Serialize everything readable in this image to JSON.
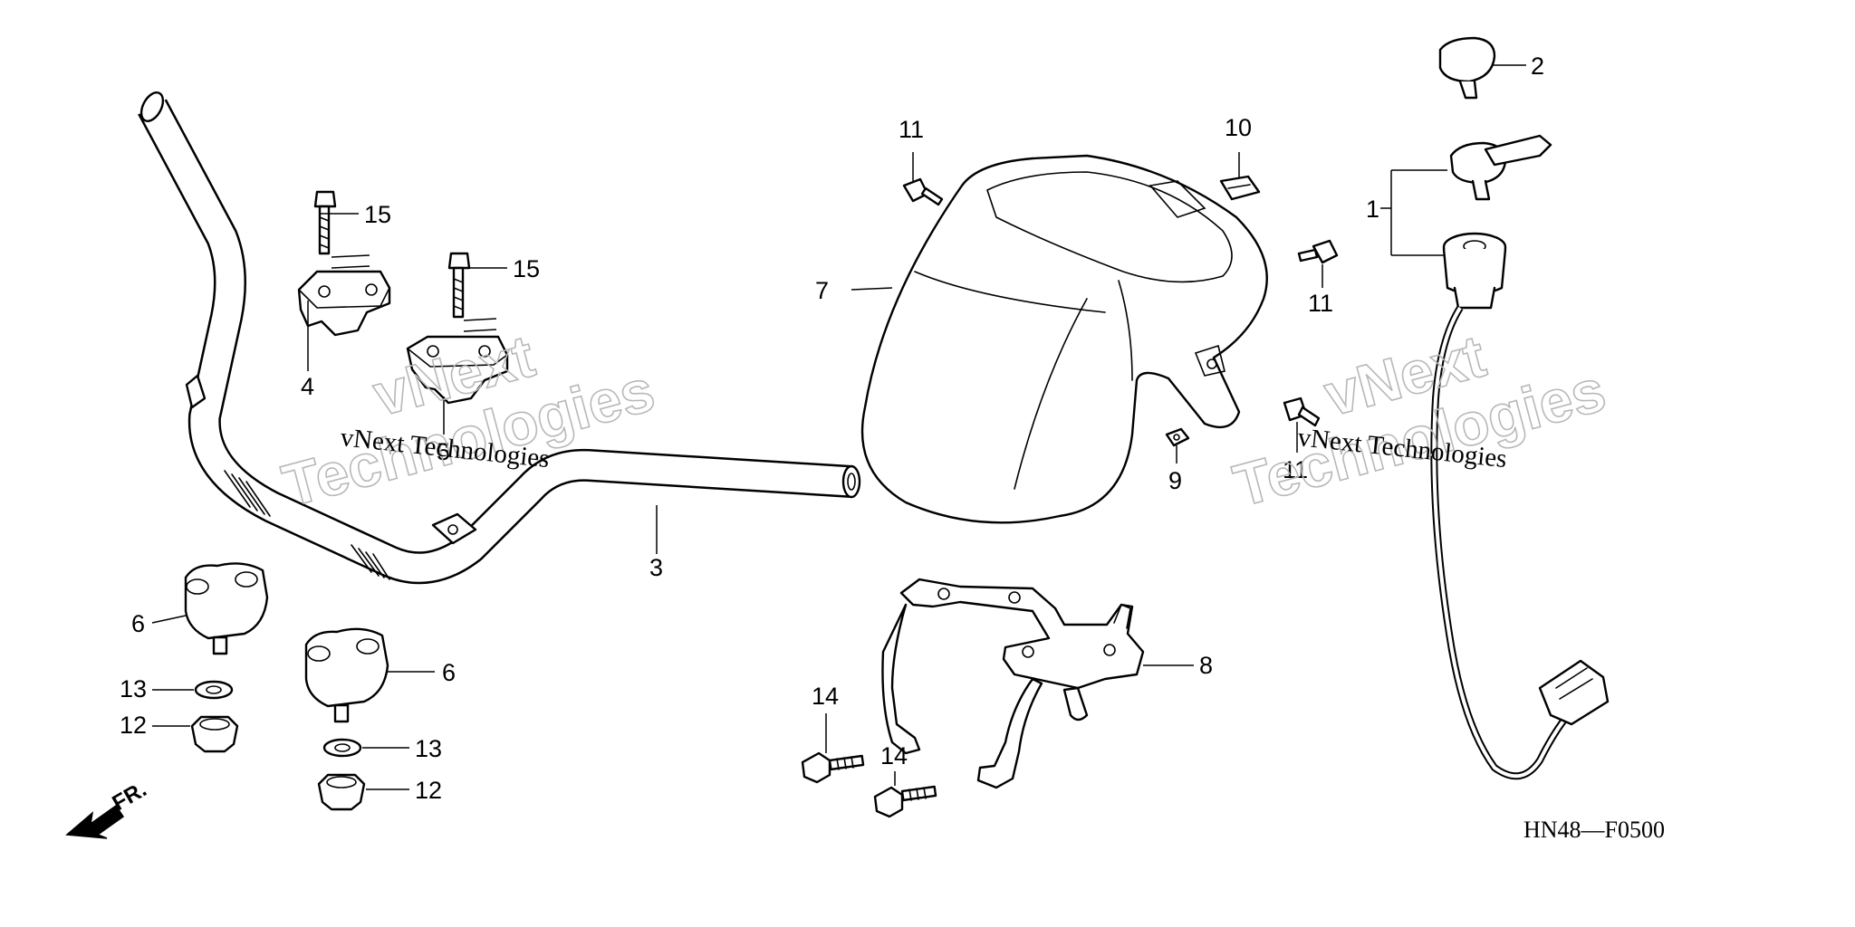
{
  "diagram": {
    "drawing_code": "HN48—F0500",
    "front_indicator": "FR.",
    "watermark": {
      "line1": "vNext",
      "line2": "Technologies",
      "full": "vNext Technologies"
    },
    "callouts": [
      {
        "id": "c1",
        "label": "1"
      },
      {
        "id": "c2",
        "label": "2"
      },
      {
        "id": "c3",
        "label": "3"
      },
      {
        "id": "c4",
        "label": "4"
      },
      {
        "id": "c5",
        "label": "5"
      },
      {
        "id": "c6a",
        "label": "6"
      },
      {
        "id": "c6b",
        "label": "6"
      },
      {
        "id": "c7",
        "label": "7"
      },
      {
        "id": "c8",
        "label": "8"
      },
      {
        "id": "c9",
        "label": "9"
      },
      {
        "id": "c10",
        "label": "10"
      },
      {
        "id": "c11a",
        "label": "11"
      },
      {
        "id": "c11b",
        "label": "11"
      },
      {
        "id": "c11c",
        "label": "11"
      },
      {
        "id": "c12a",
        "label": "12"
      },
      {
        "id": "c12b",
        "label": "12"
      },
      {
        "id": "c13a",
        "label": "13"
      },
      {
        "id": "c13b",
        "label": "13"
      },
      {
        "id": "c14a",
        "label": "14"
      },
      {
        "id": "c14b",
        "label": "14"
      },
      {
        "id": "c15a",
        "label": "15"
      },
      {
        "id": "c15b",
        "label": "15"
      }
    ]
  }
}
